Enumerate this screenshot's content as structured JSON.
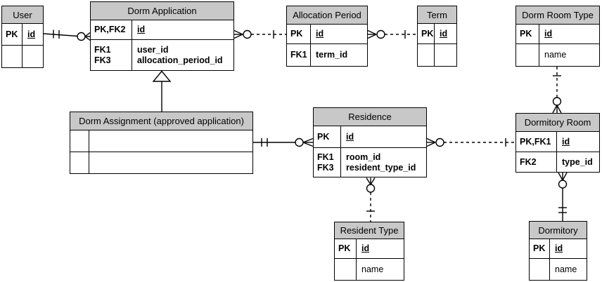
{
  "colors": {
    "header_fill": "#C8C8C8",
    "border": "#000000",
    "background": "#FFFFFF"
  },
  "entities": {
    "user": {
      "title": "User",
      "sections": [
        [
          {
            "key": "PK",
            "attr": "id"
          }
        ],
        [
          {
            "key": "",
            "attr": ""
          }
        ]
      ]
    },
    "dorm_application": {
      "title": "Dorm Application",
      "sections": [
        [
          {
            "key": "PK,FK2",
            "attr": "id"
          }
        ],
        [
          {
            "key": "FK1",
            "attr": "user_id"
          },
          {
            "key": "FK3",
            "attr": "allocation_period_id"
          }
        ]
      ]
    },
    "allocation_period": {
      "title": "Allocation Period",
      "sections": [
        [
          {
            "key": "PK",
            "attr": "id"
          }
        ],
        [
          {
            "key": "FK1",
            "attr": "term_id"
          }
        ]
      ]
    },
    "term": {
      "title": "Term",
      "sections": [
        [
          {
            "key": "PK",
            "attr": "id"
          }
        ],
        [
          {
            "key": "",
            "attr": ""
          }
        ]
      ]
    },
    "dorm_room_type": {
      "title": "Dorm Room Type",
      "sections": [
        [
          {
            "key": "PK",
            "attr": "id"
          }
        ],
        [
          {
            "key": "",
            "attr": "name"
          }
        ]
      ]
    },
    "dorm_assignment": {
      "title": "Dorm Assignment (approved application)",
      "sections": [
        [
          {
            "key": "",
            "attr": ""
          }
        ],
        [
          {
            "key": "",
            "attr": ""
          }
        ]
      ]
    },
    "residence": {
      "title": "Residence",
      "sections": [
        [
          {
            "key": "PK",
            "attr": "id"
          }
        ],
        [
          {
            "key": "FK1",
            "attr": "room_id"
          },
          {
            "key": "FK3",
            "attr": "resident_type_id"
          }
        ]
      ]
    },
    "dormitory_room": {
      "title": "Dormitory Room",
      "sections": [
        [
          {
            "key": "PK,FK1",
            "attr": "id"
          }
        ],
        [
          {
            "key": "FK2",
            "attr": "type_id"
          }
        ]
      ]
    },
    "resident_type": {
      "title": "Resident Type",
      "sections": [
        [
          {
            "key": "PK",
            "attr": "id"
          }
        ],
        [
          {
            "key": "",
            "attr": "name"
          }
        ]
      ]
    },
    "dormitory": {
      "title": "Dormitory",
      "sections": [
        [
          {
            "key": "PK",
            "attr": "id"
          }
        ],
        [
          {
            "key": "",
            "attr": "name"
          }
        ]
      ]
    }
  },
  "relationships": [
    {
      "from": "User",
      "to": "Dorm Application",
      "from_cardinality": "one and only one",
      "to_cardinality": "zero or many",
      "line": "solid"
    },
    {
      "from": "Dorm Application",
      "to": "Allocation Period",
      "from_cardinality": "zero or many",
      "to_cardinality": "one",
      "line": "dashed"
    },
    {
      "from": "Allocation Period",
      "to": "Term",
      "from_cardinality": "zero or many",
      "to_cardinality": "one",
      "line": "dashed"
    },
    {
      "type": "subtype",
      "parent": "Dorm Application",
      "child": "Dorm Assignment (approved application)"
    },
    {
      "from": "Dorm Assignment (approved application)",
      "to": "Residence",
      "from_cardinality": "one and only one",
      "to_cardinality": "zero or many",
      "line": "solid"
    },
    {
      "from": "Residence",
      "to": "Dormitory Room",
      "from_cardinality": "zero or many",
      "to_cardinality": "one",
      "line": "dashed"
    },
    {
      "from": "Dorm Room Type",
      "to": "Dormitory Room",
      "from_cardinality": "one",
      "to_cardinality": "zero or many",
      "line": "dashed"
    },
    {
      "from": "Residence",
      "to": "Resident Type",
      "from_cardinality": "zero or many",
      "to_cardinality": "one",
      "line": "dashed"
    },
    {
      "from": "Dormitory Room",
      "to": "Dormitory",
      "from_cardinality": "zero or many",
      "to_cardinality": "one and only one",
      "line": "solid"
    }
  ]
}
